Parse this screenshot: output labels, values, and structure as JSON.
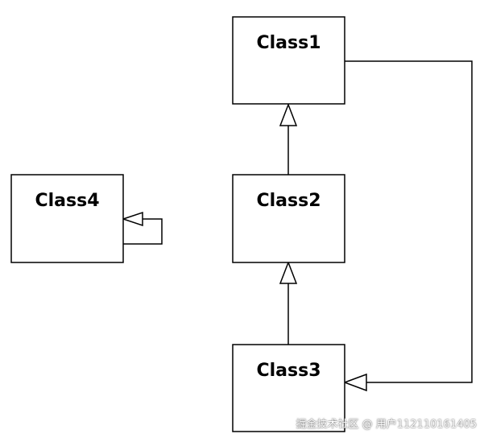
{
  "diagram": {
    "classes": {
      "class1": {
        "name": "Class1"
      },
      "class2": {
        "name": "Class2"
      },
      "class3": {
        "name": "Class3"
      },
      "class4": {
        "name": "Class4"
      }
    },
    "relationships": [
      {
        "type": "generalization",
        "from": "Class2",
        "to": "Class1"
      },
      {
        "type": "generalization",
        "from": "Class3",
        "to": "Class2"
      },
      {
        "type": "generalization",
        "from": "Class1",
        "to": "Class3"
      },
      {
        "type": "generalization",
        "from": "Class4",
        "to": "Class4"
      }
    ]
  },
  "watermark": {
    "text": "掘金技术社区 @ 用户112110161405"
  }
}
